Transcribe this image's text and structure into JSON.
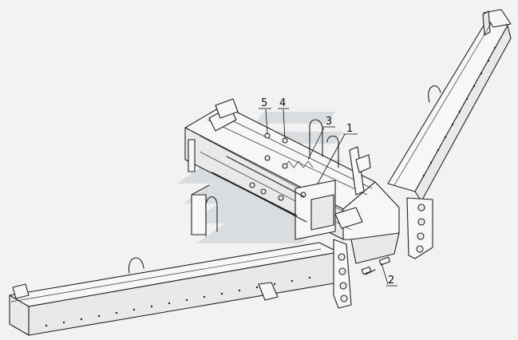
{
  "callouts": [
    {
      "id": "1",
      "label": "1"
    },
    {
      "id": "2",
      "label": "2"
    },
    {
      "id": "3",
      "label": "3"
    },
    {
      "id": "4",
      "label": "4"
    },
    {
      "id": "5",
      "label": "5"
    }
  ],
  "colors": {
    "background": "#f2f2f2",
    "line": "#222222",
    "watermark": "#c8ccd2"
  },
  "watermark": "logo-watermark"
}
